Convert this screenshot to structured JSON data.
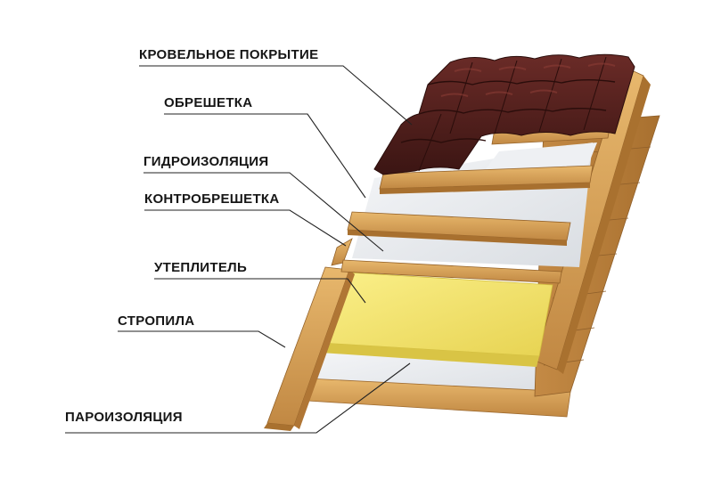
{
  "diagram": {
    "labels": {
      "roofing": "КРОВЕЛЬНОЕ ПОКРЫТИЕ",
      "batten": "ОБРЕШЕТКА",
      "waterproofing": "ГИДРОИЗОЛЯЦИЯ",
      "counter_batten": "КОНТРОБРЕШЕТКА",
      "insulation": "УТЕПЛИТЕЛЬ",
      "rafters": "СТРОПИЛА",
      "vapor_barrier": "ПАРОИЗОЛЯЦИЯ"
    },
    "colors": {
      "tile": "#4a1d1a",
      "wood": "#d9a45a",
      "wood_dark": "#b37a37",
      "insulation": "#f3e46a",
      "membrane": "#e9ecef",
      "leader_line": "#222222"
    }
  }
}
